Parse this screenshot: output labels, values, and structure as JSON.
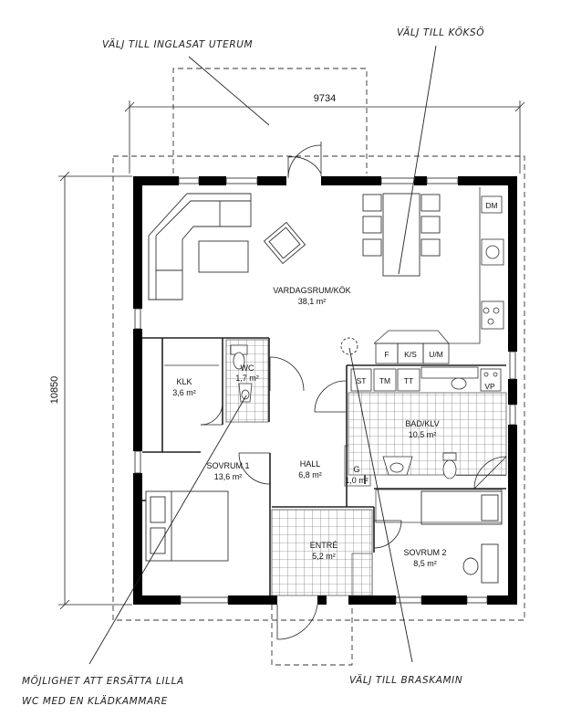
{
  "dimensions": {
    "width": "9734",
    "height": "10850"
  },
  "rooms": [
    {
      "name": "VARDAGSRUM/KÖK",
      "area": "38,1 m²"
    },
    {
      "name": "WC",
      "area": "1,7 m²"
    },
    {
      "name": "KLK",
      "area": "3,6 m²"
    },
    {
      "name": "BAD/KLV",
      "area": "10,5 m²"
    },
    {
      "name": "SOVRUM 1",
      "area": "13,6 m²"
    },
    {
      "name": "HALL",
      "area": "6,8 m²"
    },
    {
      "name": "G",
      "area": "1,0 m²"
    },
    {
      "name": "ENTRÉ",
      "area": "5,2 m²"
    },
    {
      "name": "SOVRUM 2",
      "area": "8,5 m²"
    }
  ],
  "fixtures": {
    "dm": "DM",
    "f": "F",
    "ks": "K/S",
    "um": "U/M",
    "st": "ST",
    "tm": "TM",
    "tt": "TT",
    "vp": "VP"
  },
  "notes": {
    "uterum": "VÄLJ TILL INGLASAT UTERUM",
    "kokso": "VÄLJ TILL KÖKSÖ",
    "braskamin": "VÄLJ TILL BRASKAMIN",
    "wc_line1": "MÖJLIGHET ATT ERSÄTTA LILLA",
    "wc_line2": "WC MED EN KLÄDKAMMARE"
  },
  "colors": {
    "wall": "#000000",
    "line": "#333333",
    "tile": "#555555",
    "background": "#ffffff"
  }
}
